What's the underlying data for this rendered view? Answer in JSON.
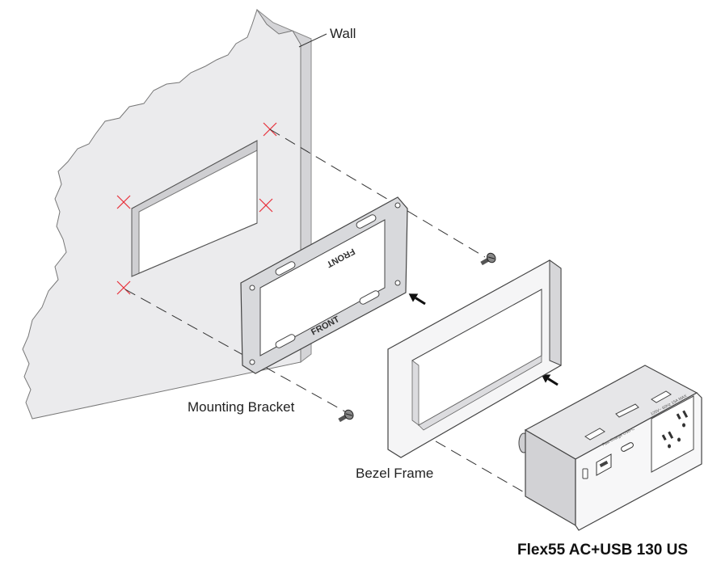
{
  "labels": {
    "wall": "Wall",
    "mounting_bracket": "Mounting Bracket",
    "bezel_frame": "Bezel Frame",
    "product_name": "Flex55 AC+USB 130 US"
  },
  "bracket_stamps": {
    "top": "FRONT",
    "bottom": "FRONT"
  },
  "module_markings": {
    "usb_label": "Fast Charge USB-C",
    "outlet_label": "125V~ 60Hz 15A MAX"
  },
  "colors": {
    "wall_fill": "#ebebed",
    "wall_edge": "#c9c9cc",
    "cut_mark": "#e8303a",
    "line": "#333333"
  }
}
